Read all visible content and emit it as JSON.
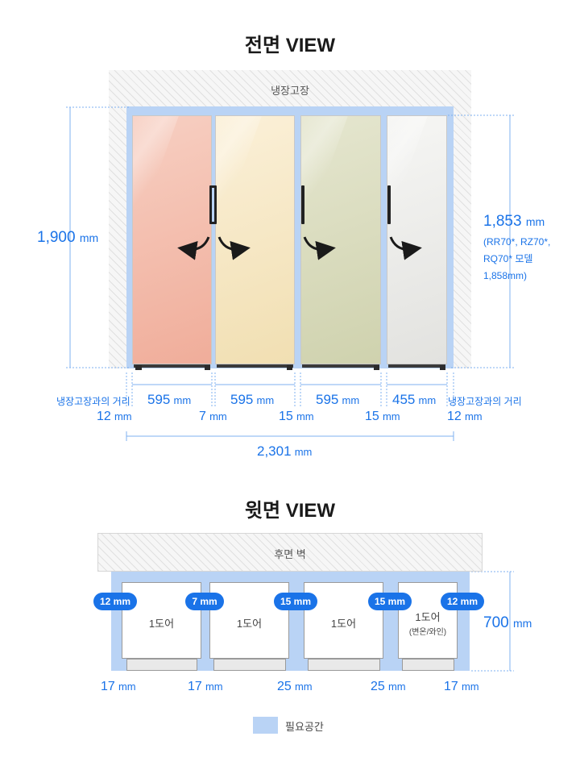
{
  "front": {
    "title": "전면 VIEW",
    "recess_label": "냉장고장",
    "height_total": {
      "value": "1,900",
      "unit": "mm"
    },
    "height_unit": {
      "value": "1,853",
      "unit": "mm"
    },
    "height_note_lines": [
      "(RR70*, RZ70*,",
      "RQ70* 모델",
      "1,858mm)"
    ],
    "widths": [
      {
        "value": "595",
        "unit": "mm"
      },
      {
        "value": "595",
        "unit": "mm"
      },
      {
        "value": "595",
        "unit": "mm"
      },
      {
        "value": "455",
        "unit": "mm"
      }
    ],
    "side_label_left": "냉장고장과의 거리",
    "side_label_right": "냉장고장과의 거리",
    "gaps": [
      {
        "value": "12",
        "unit": "mm"
      },
      {
        "value": "7",
        "unit": "mm"
      },
      {
        "value": "15",
        "unit": "mm"
      },
      {
        "value": "15",
        "unit": "mm"
      },
      {
        "value": "12",
        "unit": "mm"
      }
    ],
    "total_width": {
      "value": "2,301",
      "unit": "mm"
    },
    "door_colors": [
      "#f3b9a8",
      "#f4e4bf",
      "#d9dbbf",
      "#eeeeec"
    ]
  },
  "top": {
    "title": "윗면 VIEW",
    "wall_label": "후면 벽",
    "units": [
      {
        "label": "1도어",
        "sub": ""
      },
      {
        "label": "1도어",
        "sub": ""
      },
      {
        "label": "1도어",
        "sub": ""
      },
      {
        "label": "1도어",
        "sub": "(변온/와인)"
      }
    ],
    "side_gaps": [
      "12 mm",
      "7 mm",
      "15 mm",
      "15 mm",
      "12 mm"
    ],
    "depth": {
      "value": "700",
      "unit": "mm"
    },
    "front_gaps": [
      {
        "value": "17",
        "unit": "mm"
      },
      {
        "value": "17",
        "unit": "mm"
      },
      {
        "value": "25",
        "unit": "mm"
      },
      {
        "value": "25",
        "unit": "mm"
      },
      {
        "value": "17",
        "unit": "mm"
      }
    ]
  },
  "legend": {
    "label": "필요공간",
    "color": "#b9d3f5"
  },
  "colors": {
    "accent": "#1a73e8",
    "required_space": "#b9d3f5"
  }
}
